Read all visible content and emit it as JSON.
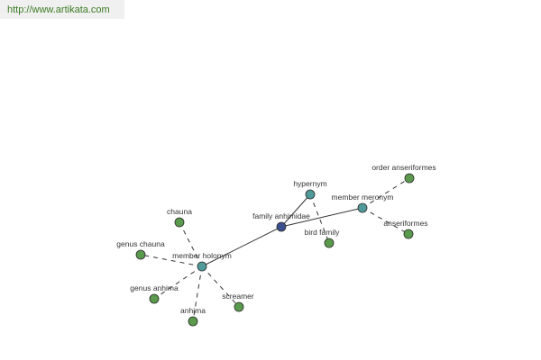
{
  "header": {
    "url": "http://www.artikata.com"
  },
  "colors": {
    "leaf": "#5a9a4c",
    "relation": "#4f9a9a",
    "center": "#3b4f8c",
    "edge": "#333333"
  },
  "graph": {
    "nodes": [
      {
        "id": "center",
        "label": "family anhimidae",
        "kind": "center"
      },
      {
        "id": "hypernym",
        "label": "hypernym",
        "kind": "relation"
      },
      {
        "id": "member_meronym",
        "label": "member meronym",
        "kind": "relation"
      },
      {
        "id": "member_holonym",
        "label": "member holonym",
        "kind": "relation"
      },
      {
        "id": "bird_family",
        "label": "bird family",
        "kind": "leaf"
      },
      {
        "id": "order_anseriformes",
        "label": "order anseriformes",
        "kind": "leaf"
      },
      {
        "id": "anseriformes",
        "label": "anseriformes",
        "kind": "leaf"
      },
      {
        "id": "chauna",
        "label": "chauna",
        "kind": "leaf"
      },
      {
        "id": "genus_chauna",
        "label": "genus chauna",
        "kind": "leaf"
      },
      {
        "id": "genus_anhima",
        "label": "genus anhima",
        "kind": "leaf"
      },
      {
        "id": "anhima",
        "label": "anhima",
        "kind": "leaf"
      },
      {
        "id": "screamer",
        "label": "screamer",
        "kind": "leaf"
      }
    ],
    "edges": [
      {
        "from": "center",
        "to": "hypernym",
        "style": "solid"
      },
      {
        "from": "center",
        "to": "member_meronym",
        "style": "solid"
      },
      {
        "from": "center",
        "to": "member_holonym",
        "style": "solid"
      },
      {
        "from": "hypernym",
        "to": "bird_family",
        "style": "dashed"
      },
      {
        "from": "member_meronym",
        "to": "order_anseriformes",
        "style": "dashed"
      },
      {
        "from": "member_meronym",
        "to": "anseriformes",
        "style": "dashed"
      },
      {
        "from": "member_holonym",
        "to": "chauna",
        "style": "dashed"
      },
      {
        "from": "member_holonym",
        "to": "genus_chauna",
        "style": "dashed"
      },
      {
        "from": "member_holonym",
        "to": "genus_anhima",
        "style": "dashed"
      },
      {
        "from": "member_holonym",
        "to": "anhima",
        "style": "dashed"
      },
      {
        "from": "member_holonym",
        "to": "screamer",
        "style": "dashed"
      }
    ]
  }
}
